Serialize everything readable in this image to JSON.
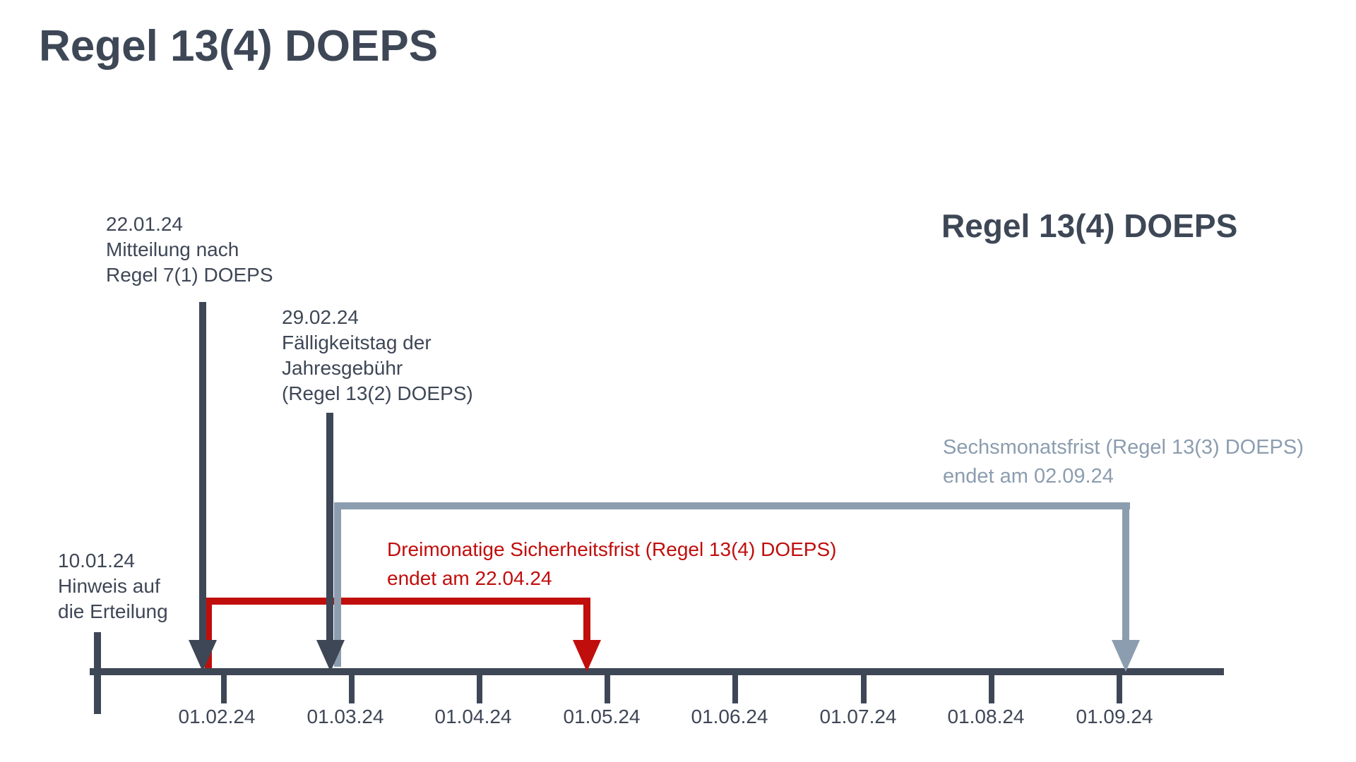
{
  "title": "Regel 13(4) DOEPS",
  "corner_heading": "Regel 13(4) DOEPS",
  "events": {
    "grant": {
      "l1": "10.01.24",
      "l2": "Hinweis auf",
      "l3": "die Erteilung"
    },
    "notice": {
      "l1": "22.01.24",
      "l2": "Mitteilung nach",
      "l3": "Regel 7(1) DOEPS"
    },
    "fee_due": {
      "l1": "29.02.24",
      "l2": "Fälligkeitstag der",
      "l3": "Jahresgebühr",
      "l4": "(Regel 13(2) DOEPS)"
    }
  },
  "periods": {
    "six_month": {
      "l1": "Sechsmonatsfrist (Regel 13(3) DOEPS)",
      "l2": "endet am 02.09.24"
    },
    "safety": {
      "l1": "Dreimonatige Sicherheitsfrist (Regel 13(4) DOEPS)",
      "l2": "endet am 22.04.24"
    }
  },
  "axis": {
    "ticks": [
      "01.02.24",
      "01.03.24",
      "01.04.24",
      "01.05.24",
      "01.06.24",
      "01.07.24",
      "01.08.24",
      "01.09.24"
    ]
  },
  "colors": {
    "dark": "#3E4756",
    "gray": "#8C9DAF",
    "red": "#C00E0C",
    "background": "#FFFFFF"
  }
}
